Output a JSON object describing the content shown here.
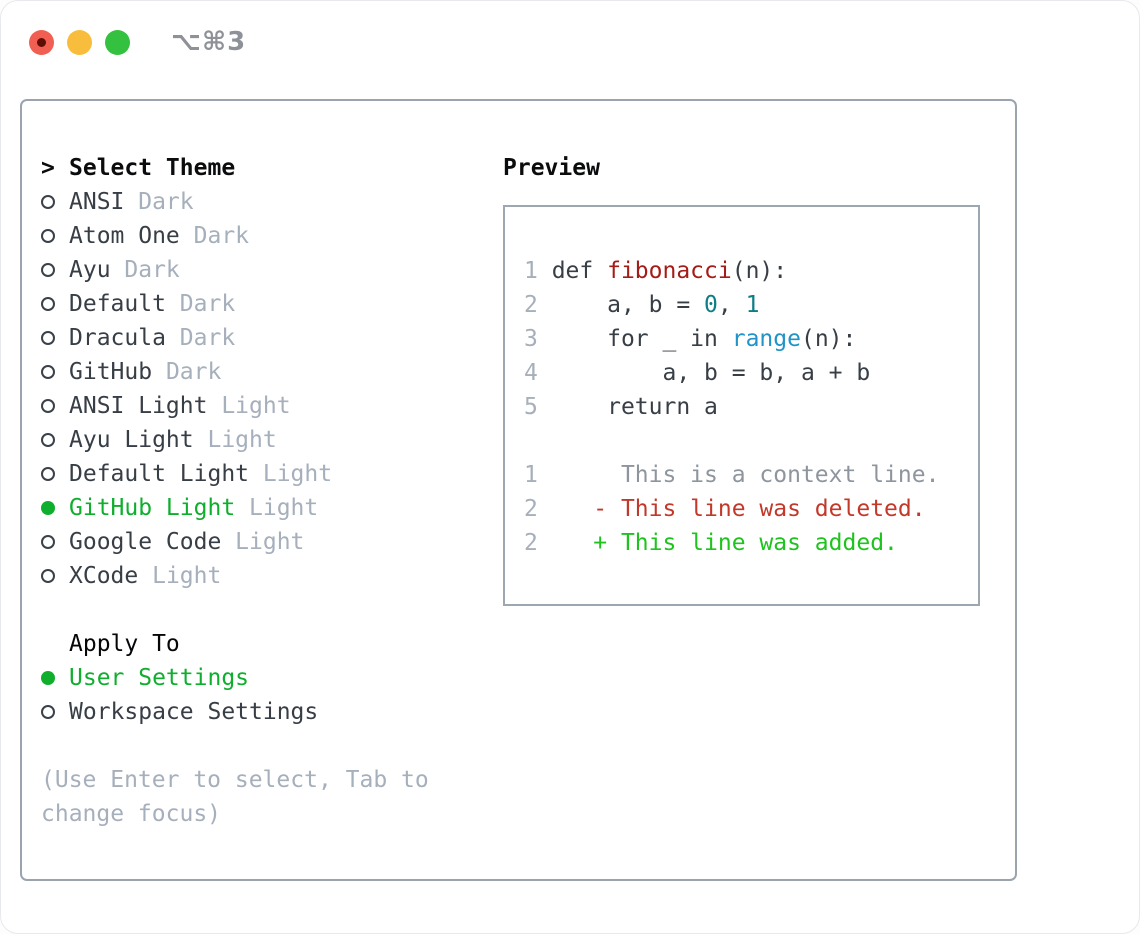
{
  "window": {
    "title": "⌥⌘3"
  },
  "colors": {
    "selected_green": "#0fae2d",
    "added_green": "#1ec31e",
    "deleted_red": "#c2392a",
    "function_red": "#a41c17",
    "number_teal": "#0c7e85",
    "builtin_blue": "#2094c6",
    "dim_gray": "#a6afbc",
    "context_gray": "#8e959e",
    "text_dark": "#383e46"
  },
  "theme_panel": {
    "header": {
      "prompt": ">",
      "label": "Select Theme"
    },
    "items": [
      {
        "name": "ANSI",
        "variant": "Dark",
        "selected": false
      },
      {
        "name": "Atom One",
        "variant": "Dark",
        "selected": false
      },
      {
        "name": "Ayu",
        "variant": "Dark",
        "selected": false
      },
      {
        "name": "Default",
        "variant": "Dark",
        "selected": false
      },
      {
        "name": "Dracula",
        "variant": "Dark",
        "selected": false
      },
      {
        "name": "GitHub",
        "variant": "Dark",
        "selected": false
      },
      {
        "name": "ANSI Light",
        "variant": "Light",
        "selected": false
      },
      {
        "name": "Ayu Light",
        "variant": "Light",
        "selected": false
      },
      {
        "name": "Default Light",
        "variant": "Light",
        "selected": false
      },
      {
        "name": "GitHub Light",
        "variant": "Light",
        "selected": true
      },
      {
        "name": "Google Code",
        "variant": "Light",
        "selected": false
      },
      {
        "name": "XCode",
        "variant": "Light",
        "selected": false
      }
    ],
    "apply_to": {
      "label": "Apply To",
      "options": [
        {
          "name": "User Settings",
          "selected": true
        },
        {
          "name": "Workspace Settings",
          "selected": false
        }
      ]
    },
    "help_text": "(Use Enter to select, Tab to change focus)"
  },
  "preview": {
    "title": "Preview",
    "code_lines": [
      {
        "num": "1",
        "tokens": [
          {
            "text": "def ",
            "c": "plain"
          },
          {
            "text": "fibonacci",
            "c": "function"
          },
          {
            "text": "(n):",
            "c": "plain"
          }
        ]
      },
      {
        "num": "2",
        "tokens": [
          {
            "text": "    a, b = ",
            "c": "plain"
          },
          {
            "text": "0",
            "c": "number"
          },
          {
            "text": ", ",
            "c": "plain"
          },
          {
            "text": "1",
            "c": "number"
          }
        ]
      },
      {
        "num": "3",
        "tokens": [
          {
            "text": "    for _ in ",
            "c": "plain"
          },
          {
            "text": "range",
            "c": "builtin"
          },
          {
            "text": "(n):",
            "c": "plain"
          }
        ]
      },
      {
        "num": "4",
        "tokens": [
          {
            "text": "        a, b = b, a + b",
            "c": "plain"
          }
        ]
      },
      {
        "num": "5",
        "tokens": [
          {
            "text": "    return a",
            "c": "plain"
          }
        ]
      }
    ],
    "diff_lines": [
      {
        "num": "1",
        "text": "     This is a context line.",
        "kind": "context"
      },
      {
        "num": "2",
        "text": "   - This line was deleted.",
        "kind": "deleted"
      },
      {
        "num": "2",
        "text": "   + This line was added.",
        "kind": "added"
      }
    ]
  }
}
